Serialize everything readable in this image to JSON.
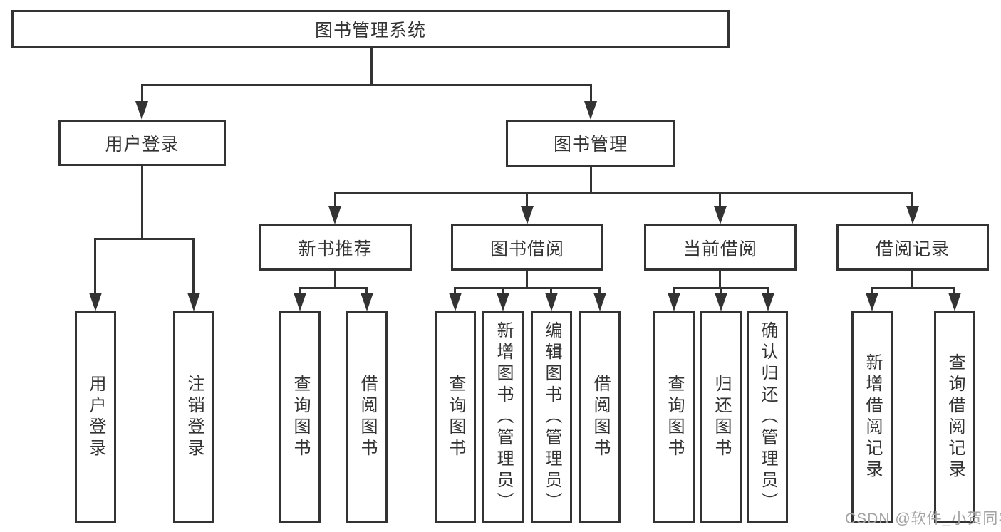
{
  "root": {
    "label": "图书管理系统"
  },
  "level2": [
    {
      "label": "用户登录"
    },
    {
      "label": "图书管理"
    }
  ],
  "level3": [
    {
      "label": "新书推荐"
    },
    {
      "label": "图书借阅"
    },
    {
      "label": "当前借阅"
    },
    {
      "label": "借阅记录"
    }
  ],
  "leaves": [
    {
      "label": "用户登录"
    },
    {
      "label": "注销登录"
    },
    {
      "label": "查询图书"
    },
    {
      "label": "借阅图书"
    },
    {
      "label": "查询图书"
    },
    {
      "label": "新增图书（管理员）"
    },
    {
      "label": "编辑图书（管理员）"
    },
    {
      "label": "借阅图书"
    },
    {
      "label": "查询图书"
    },
    {
      "label": "归还图书"
    },
    {
      "label": "确认归还（管理员）"
    },
    {
      "label": "新增借阅记录"
    },
    {
      "label": "查询借阅记录"
    }
  ],
  "watermark": {
    "label": "CSDN @软件_小贺同学"
  },
  "colors": {
    "line": "#333333",
    "text": "#333333",
    "background": "#ffffff",
    "watermark": "#a3a3a3"
  }
}
